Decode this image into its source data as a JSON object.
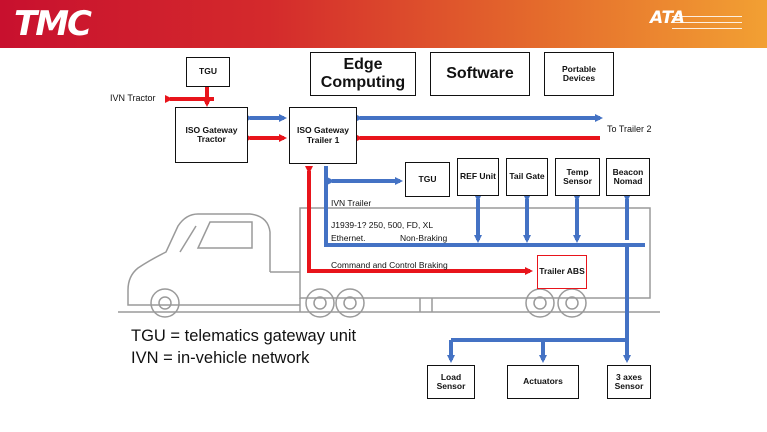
{
  "header": {
    "logo_text": "TMC",
    "partner_logo_text": "ATA",
    "colors": {
      "gradient_start": "#c8102e",
      "gradient_end": "#f2a033"
    }
  },
  "boxes": {
    "tgu_top": "TGU",
    "edge_computing": "Edge Computing",
    "software": "Software",
    "portable_devices": "Portable Devices",
    "iso_gateway_tractor": "ISO Gateway Tractor",
    "iso_gateway_trailer1": "ISO Gateway Trailer 1",
    "tgu_trailer": "TGU",
    "ref_unit": "REF Unit",
    "tail_gate": "Tail Gate",
    "temp_sensor": "Temp Sensor",
    "beacon_nomad": "Beacon Nomad",
    "trailer_abs": "Trailer ABS",
    "load_sensor": "Load Sensor",
    "actuators": "Actuators",
    "axes_sensor": "3 axes Sensor"
  },
  "labels": {
    "ivn_tractor": "IVN Tractor",
    "to_trailer2": "To Trailer 2",
    "ivn_trailer": "IVN Trailer",
    "j1939": "J1939-1? 250, 500, FD, XL",
    "ethernet": "Ethernet.",
    "non_braking": "Non-Braking",
    "command_braking": "Command and Control Braking"
  },
  "legend": {
    "line1": "TGU = telematics gateway unit",
    "line2": "IVN = in-vehicle network"
  },
  "colors": {
    "data_link": "#4472c4",
    "braking_link": "#e8141b",
    "outline": "#111111",
    "truck": "#9a9a9a"
  }
}
